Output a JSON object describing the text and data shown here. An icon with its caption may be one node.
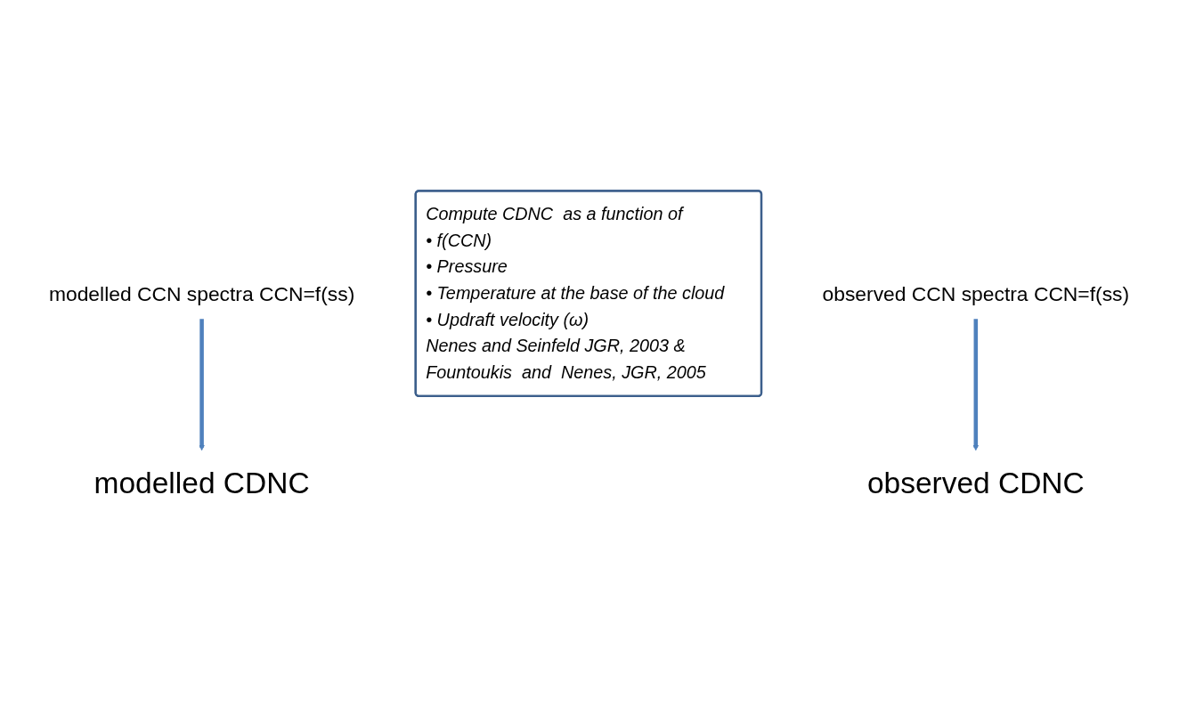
{
  "diagram": {
    "nodes": [
      {
        "text": [
          "modelled CCN spectra CCN=f(ss)"
        ]
      },
      {
        "text": [
          "Compute CDNC  as a function of",
          "• f(CCN)",
          "• Pressure",
          "• Temperature at the base of the cloud",
          "• Updraft velocity (ω)",
          "Nenes and Seinfeld JGR, 2003 & Fountoukis  and  Nenes, JGR, 2005"
        ]
      },
      {
        "text": [
          "observed CCN spectra CCN=f(ss)"
        ]
      },
      {
        "text": [
          "modelled CDNC"
        ]
      },
      {
        "text": [
          "observed CDNC"
        ]
      }
    ],
    "edges": [
      {
        "from": 0,
        "to": 3,
        "arrow": "to"
      },
      {
        "from": 2,
        "to": 4,
        "arrow": "to"
      }
    ]
  }
}
